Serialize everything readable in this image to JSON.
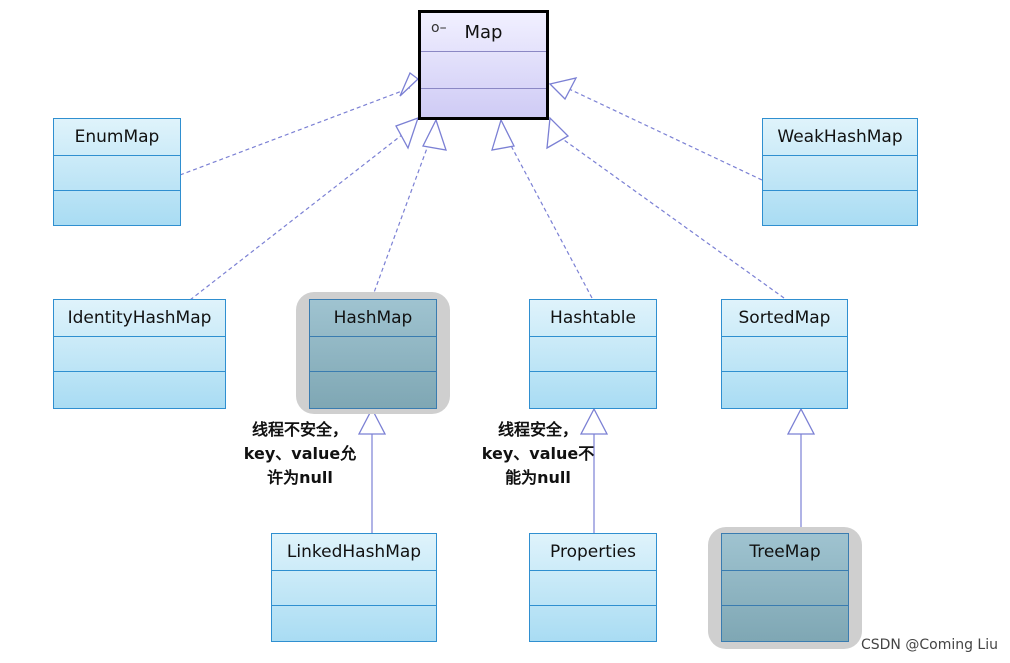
{
  "map": {
    "name": "Map"
  },
  "classes": {
    "enummap": "EnumMap",
    "weakhashmap": "WeakHashMap",
    "identityhashmap": "IdentityHashMap",
    "hashmap": "HashMap",
    "hashtable": "Hashtable",
    "sortedmap": "SortedMap",
    "linkedhashmap": "LinkedHashMap",
    "properties": "Properties",
    "treemap": "TreeMap"
  },
  "notes": {
    "hashmap": [
      "线程不安全，",
      "key、value允",
      "许为null"
    ],
    "hashtable": [
      "线程安全，",
      "key、value不",
      "能为null"
    ]
  },
  "watermark": "CSDN @Coming Liu",
  "colors": {
    "class_border": "#2f8fd0",
    "class_fill": "#bde6f7",
    "interface_fill": "#dcd9fb",
    "highlight": "#cfcfcf",
    "edge": "#7b80d4"
  }
}
